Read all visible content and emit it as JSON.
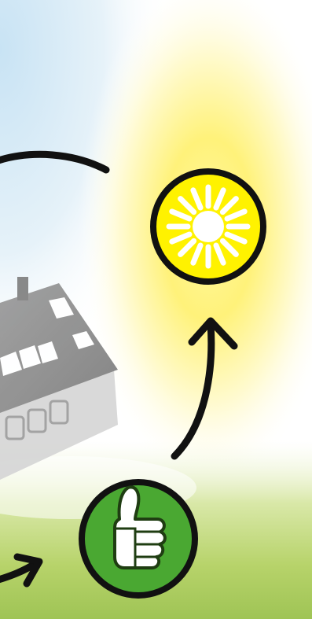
{
  "diagram": {
    "nodes": [
      {
        "id": "sun",
        "icon": "sun-icon",
        "fill": "#fff200",
        "stroke": "#111111"
      },
      {
        "id": "thumbs-up",
        "icon": "thumbs-up-icon",
        "fill": "#4aa832",
        "stroke": "#111111"
      },
      {
        "id": "house",
        "icon": "house-roof-solar-icon",
        "fill": "#8a8a8a"
      }
    ],
    "edges": [
      {
        "from": "house",
        "to": "sun"
      },
      {
        "from": "thumbs-up",
        "to": "sun"
      },
      {
        "from": "house",
        "to": "thumbs-up"
      }
    ],
    "colors": {
      "sky": "#d8ecf7",
      "glow": "#fff28a",
      "grass": "#b9d36a",
      "arrow": "#111111"
    }
  }
}
